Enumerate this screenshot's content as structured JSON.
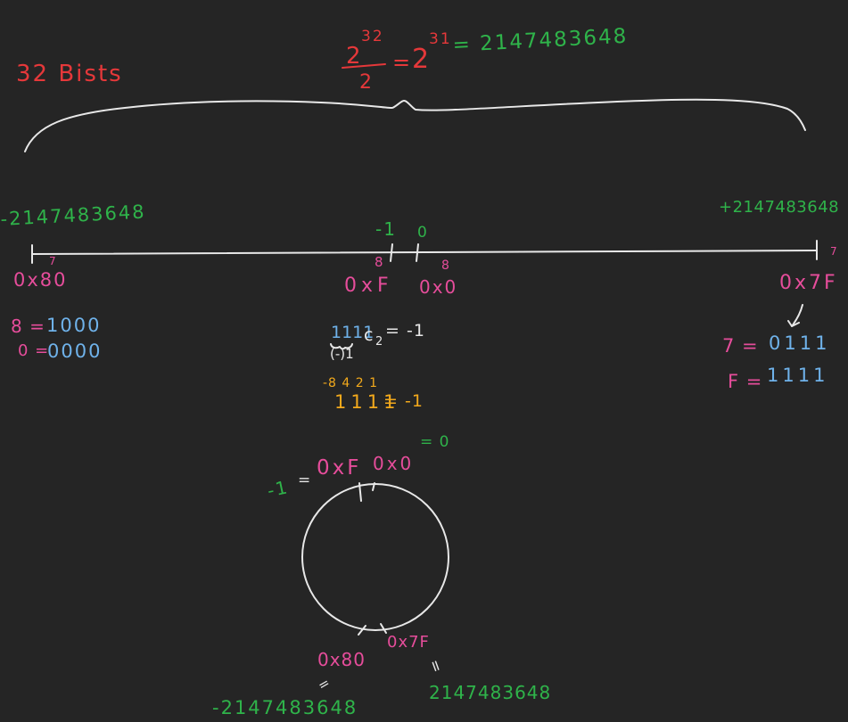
{
  "title": {
    "bits_label": "32 Bists",
    "base": "2",
    "exp32": "32",
    "denominator": "2",
    "eq": "=",
    "exp31": "31",
    "result": "= 2147483648"
  },
  "number_line": {
    "left_value": "-2147483648",
    "right_value": "+2147483648",
    "minus_one": "-1",
    "zero": "0",
    "left_hex_super": "7",
    "left_hex": "0x80",
    "mid_left_super": "8",
    "mid_left_hex": "0xF",
    "mid_right_super": "8",
    "mid_right_hex": "0x0",
    "right_hex_super": "7",
    "right_hex": "0x7F"
  },
  "left_notes": {
    "eight_label": "8 =",
    "eight_bits": "1000",
    "zero_label": "0 =",
    "zero_bits": "0000"
  },
  "middle_notes": {
    "bits": "1111",
    "c2": "c",
    "c2_sub": "2",
    "c2_eq": "= -1",
    "sign": "(-)1",
    "weights": "-8 4 2 1",
    "weighted_bits": "1111",
    "weighted_result": "= -1"
  },
  "right_notes": {
    "seven_label": "7 =",
    "seven_bits": "0111",
    "f_label": "F =",
    "f_bits": "1111"
  },
  "circle": {
    "minus_one": "-1",
    "eq1": "=",
    "top_left_hex": "0xF",
    "top_right_hex": "0x0",
    "eq0": "= 0",
    "bottom_left_hex": "0x80",
    "bottom_right_hex": "0x7F",
    "bottom_left_eq": "=",
    "bottom_right_eq": "=",
    "bottom_left_value": "-2147483648",
    "bottom_right_value": "2147483648"
  },
  "colors": {
    "background": "#252525",
    "red": "#e5383a",
    "green": "#2fb34a",
    "pink": "#e64d9b",
    "blue": "#6fb2ea",
    "orange": "#f2a91c",
    "white": "#e8e8e8"
  }
}
